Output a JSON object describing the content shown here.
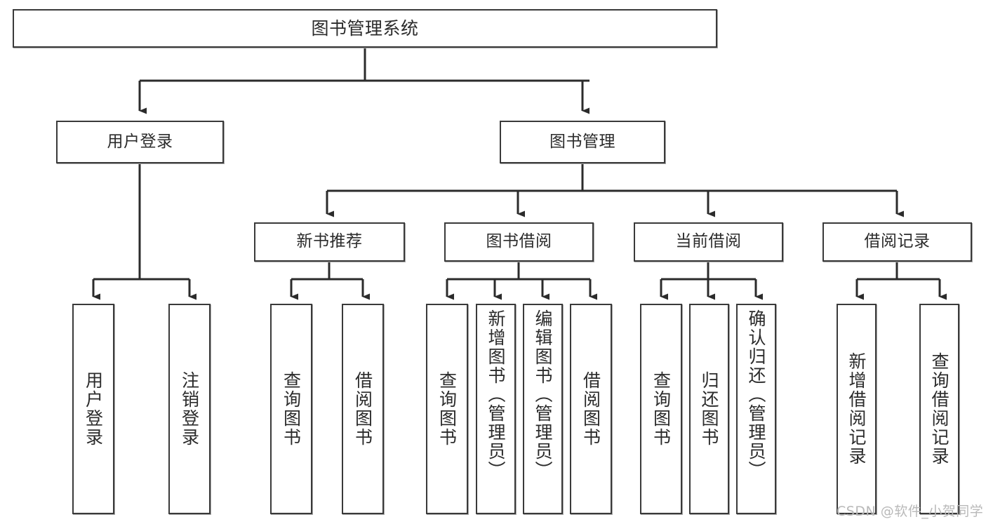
{
  "diagram": {
    "title": "图书管理系统",
    "type": "hierarchy-tree",
    "watermark": "CSDN @软件_小贺同学",
    "colors": {
      "box_border": "#3a3a3a",
      "box_fill": "#ffffff",
      "connector": "#2b2b2b",
      "text": "#2b2b2b",
      "watermark": "#b9b9b9",
      "shadow": "#a8a8a8"
    },
    "root": {
      "label": "图书管理系统"
    },
    "level2": [
      {
        "label": "用户登录"
      },
      {
        "label": "图书管理"
      }
    ],
    "level3": [
      {
        "label": "新书推荐"
      },
      {
        "label": "图书借阅"
      },
      {
        "label": "当前借阅"
      },
      {
        "label": "借阅记录"
      }
    ],
    "leaves": {
      "user_login": [
        {
          "label": "用户登录"
        },
        {
          "label": "注销登录"
        }
      ],
      "new_book_recommend": [
        {
          "label": "查询图书"
        },
        {
          "label": "借阅图书"
        }
      ],
      "book_borrow": [
        {
          "label": "查询图书"
        },
        {
          "label": "新增图书（管理员）"
        },
        {
          "label": "编辑图书（管理员）"
        },
        {
          "label": "借阅图书"
        }
      ],
      "current_borrow": [
        {
          "label": "查询图书"
        },
        {
          "label": "归还图书"
        },
        {
          "label": "确认归还（管理员）"
        }
      ],
      "borrow_record": [
        {
          "label": "新增借阅记录"
        },
        {
          "label": "查询借阅记录"
        }
      ]
    }
  }
}
